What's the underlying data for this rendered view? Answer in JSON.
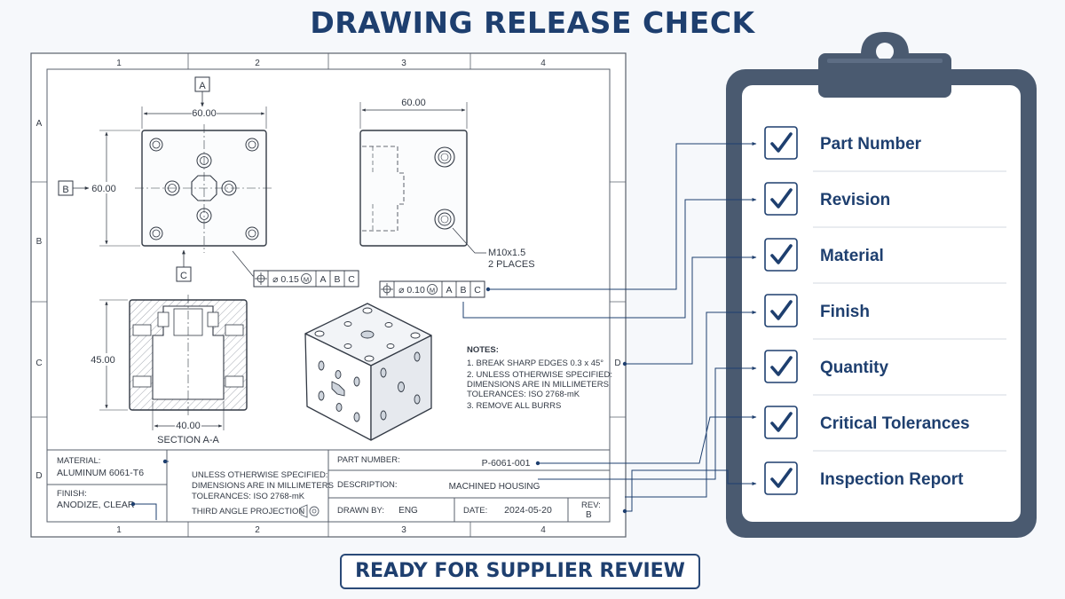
{
  "title": "DRAWING RELEASE CHECK",
  "footer_label": "READY FOR SUPPLIER REVIEW",
  "colors": {
    "navy": "#1e3f6f",
    "ink": "#333a45",
    "clipboard": "#4a5a70",
    "bg": "#f6f8fb"
  },
  "drawing": {
    "zone_cols": [
      "1",
      "2",
      "3",
      "4"
    ],
    "zone_rows": [
      "A",
      "B",
      "C",
      "D"
    ],
    "datums": {
      "a": "A",
      "b": "B",
      "c": "C"
    },
    "dims": {
      "top_width": "60.00",
      "top_height": "60.00",
      "side_width": "60.00",
      "section_height": "45.00",
      "section_width": "40.00"
    },
    "thread_note": [
      "M10x1.5",
      "2 PLACES"
    ],
    "fcf1": {
      "value": "⌀ 0.15",
      "mod": "M",
      "d1": "A",
      "d2": "B",
      "d3": "C"
    },
    "fcf2": {
      "value": "⌀ 0.10",
      "mod": "M",
      "d1": "A",
      "d2": "B",
      "d3": "C"
    },
    "section_label": "SECTION A-A",
    "notes_title": "NOTES:",
    "notes": [
      "1.  BREAK SHARP EDGES 0.3 x 45°",
      "2.  UNLESS OTHERWISE SPECIFIED:",
      "     DIMENSIONS ARE IN MILLIMETERS",
      "     TOLERANCES: ISO 2768-mK",
      "3.  REMOVE ALL BURRS"
    ],
    "title_block": {
      "material_label": "MATERIAL:",
      "material_value": "ALUMINUM 6061-T6",
      "finish_label": "FINISH:",
      "finish_value": "ANODIZE, CLEAR",
      "general_notes": [
        "UNLESS OTHERWISE SPECIFIED:",
        "DIMENSIONS ARE IN MILLIMETERS",
        "TOLERANCES: ISO 2768-mK"
      ],
      "projection_label": "THIRD ANGLE PROJECTION",
      "part_number_label": "PART NUMBER:",
      "part_number_value": "P-6061-001",
      "description_label": "DESCRIPTION:",
      "description_value": "MACHINED HOUSING",
      "drawn_by_label": "DRAWN BY:",
      "drawn_by_value": "ENG",
      "date_label": "DATE:",
      "date_value": "2024-05-20",
      "rev_label": "REV:",
      "rev_value": "B"
    }
  },
  "checklist": {
    "items": [
      {
        "label": "Part Number",
        "checked": true
      },
      {
        "label": "Revision",
        "checked": true
      },
      {
        "label": "Material",
        "checked": true
      },
      {
        "label": "Finish",
        "checked": true
      },
      {
        "label": "Quantity",
        "checked": true
      },
      {
        "label": "Critical Tolerances",
        "checked": true
      },
      {
        "label": "Inspection Report",
        "checked": true
      }
    ]
  }
}
